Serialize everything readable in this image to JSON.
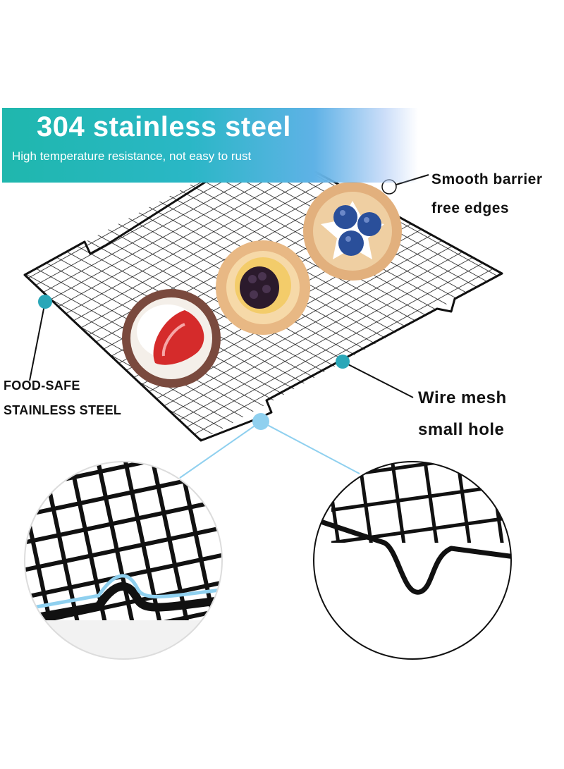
{
  "banner": {
    "title": "304 stainless steel",
    "subtitle": "High temperature resistance, not easy to rust",
    "color_start": "#1fb7ad",
    "color_end": "#5fb2e6"
  },
  "callouts": {
    "smooth_edges": [
      "Smooth barrier",
      "free edges"
    ],
    "food_safe": [
      "FOOD-SAFE",
      "STAINLESS STEEL"
    ],
    "wire_mesh": [
      "Wire mesh",
      "small hole"
    ]
  },
  "colors": {
    "marker": "#2aa7b8",
    "highlight": "#8fd0ef",
    "wire": "#111111"
  },
  "icons": [
    "cooling-rack",
    "berry-tart",
    "strawberry-tart",
    "blueberry-tart",
    "detail-magnifier"
  ]
}
